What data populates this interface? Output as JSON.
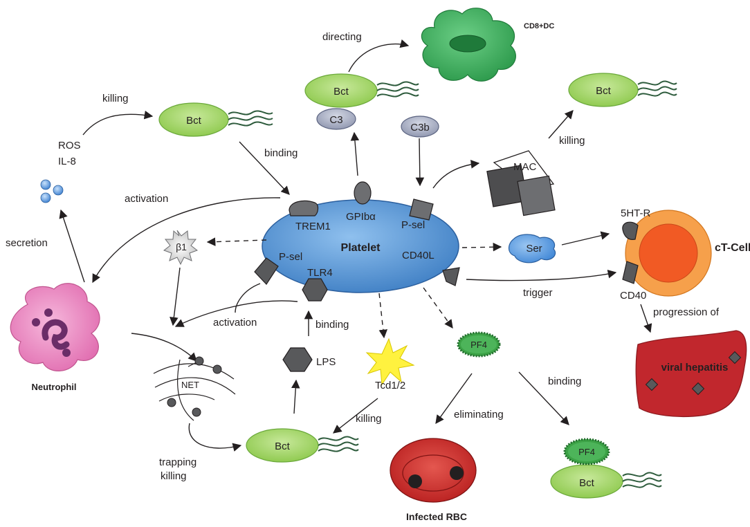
{
  "platelet": {
    "name": "Platelet",
    "receptors": {
      "trem1": "TREM1",
      "gpiba": "GPIbα",
      "psel_top": "P-sel",
      "psel_left": "P-sel",
      "tlr4": "TLR4",
      "cd40l": "CD40L"
    }
  },
  "bacteria": {
    "bct_label": "Bct",
    "pf4_label": "PF4"
  },
  "labels": {
    "killing_top": "killing",
    "ros": "ROS",
    "il8": "IL-8",
    "binding_top": "binding",
    "activation_left": "activation",
    "secretion": "secretion",
    "directing": "directing",
    "cd8dc": "CD8+DC",
    "c3": "C3",
    "c3b": "C3b",
    "mac": "MAC",
    "killing_mac": "killing",
    "beta1": "β1",
    "ser": "Ser",
    "ht_r": "5HT-R",
    "ct_cell": "cT-Cell",
    "trigger": "trigger",
    "cd40": "CD40",
    "progression": "progression of",
    "viral_hepatitis": "viral hepatitis",
    "neutrophil": "Neutrophil",
    "activation_mid": "activation",
    "binding_lps": "binding",
    "lps": "LPS",
    "net": "NET",
    "tcd": "Tcd1/2",
    "killing_tcd": "killing",
    "trapping": "trapping",
    "killing_trap": "killing",
    "pf4": "PF4",
    "eliminating": "eliminating",
    "binding_pf4": "binding",
    "infected_rbc": "Infected RBC"
  },
  "colors": {
    "platelet": "#5b9bd5",
    "bacterium": "#9fd26b",
    "dendritic": "#3aa55a",
    "complement": "#a5acc4",
    "neutrophil": "#e27ab6",
    "tcell_outer": "#f6a04b",
    "tcell_inner": "#f15a24",
    "liver": "#c1272d",
    "rbc": "#d3312f",
    "pf4": "#2e8b3a"
  }
}
